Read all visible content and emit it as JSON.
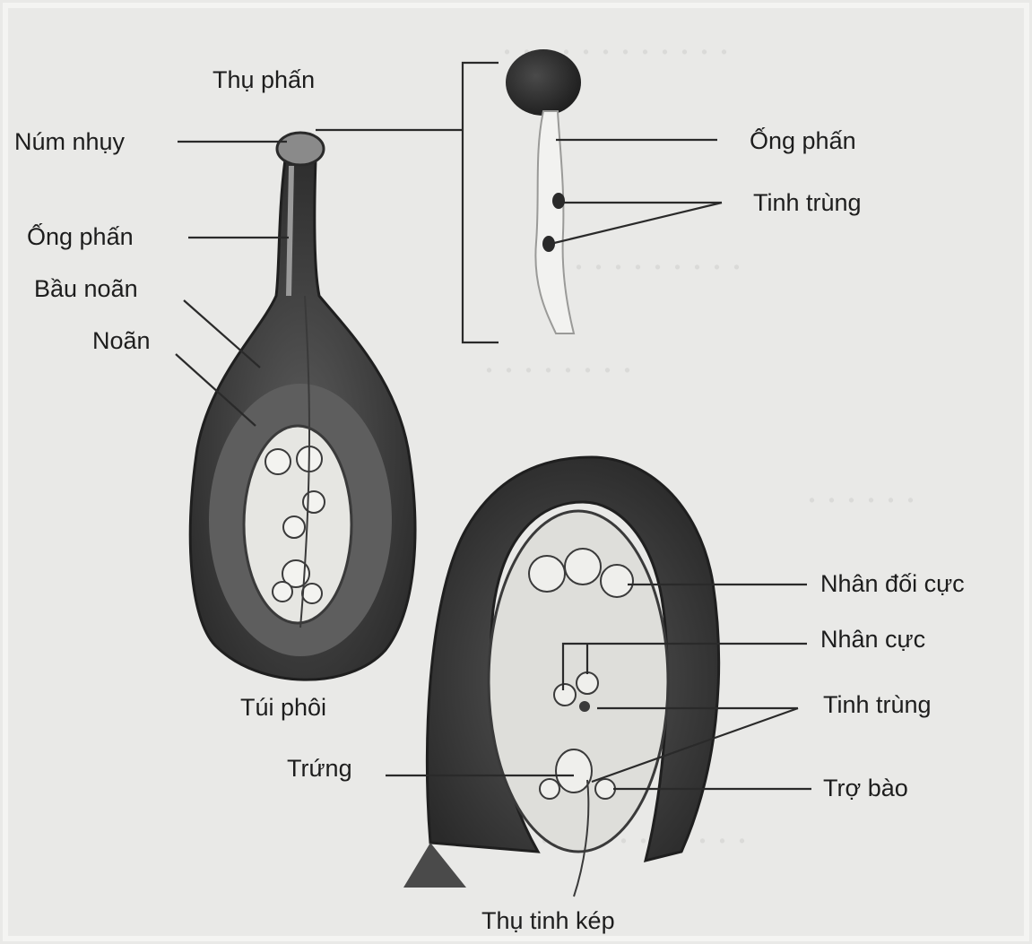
{
  "diagram": {
    "colors": {
      "paper": "#e9e9e7",
      "tissue_dark": "#2f2f2f",
      "tissue_mid": "#7a7a7a",
      "cavity": "#dcdcd8",
      "line": "#2a2a2a"
    },
    "labels": {
      "thu_phan": "Thụ phấn",
      "num_nhuy": "Núm nhụy",
      "ong_phan_left": "Ống phấn",
      "bau_noan": "Bầu noãn",
      "noan": "Noãn",
      "ong_phan_right": "Ống phấn",
      "tinh_trung_top": "Tinh trùng",
      "tui_phoi": "Túi phôi",
      "nhan_doi_cuc": "Nhân đối cực",
      "nhan_cuc": "Nhân cực",
      "tinh_trung_bottom": "Tinh trùng",
      "trung": "Trứng",
      "tro_bao": "Trợ bào",
      "thu_tinh_kep": "Thụ tinh kép"
    }
  }
}
